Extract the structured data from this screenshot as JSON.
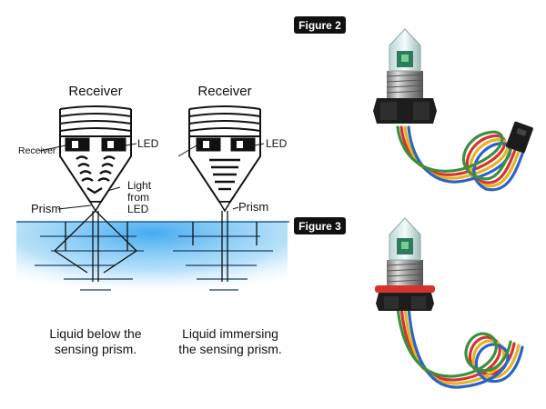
{
  "diagram": {
    "left_panel": {
      "heading": "Receiver",
      "receiver_label": "Receiver",
      "led_label": "LED",
      "light_label_lines": [
        "Light",
        "from",
        "LED"
      ],
      "prism_label": "Prism",
      "caption_lines": [
        "Liquid below the",
        "sensing prism."
      ]
    },
    "middle_panel": {
      "heading": "Receiver",
      "led_label": "LED",
      "prism_label": "Prism",
      "caption_lines": [
        "Liquid immersing",
        "the sensing prism."
      ]
    },
    "figures": [
      {
        "badge": "Figure 2"
      },
      {
        "badge": "Figure 3"
      }
    ]
  },
  "colors": {
    "liquid": "#4fb3f0",
    "ink": "#111111",
    "wire_red": "#d8322e",
    "wire_yellow": "#e6b422",
    "wire_blue": "#2b63c9",
    "accent_ring": "#d8322e"
  }
}
